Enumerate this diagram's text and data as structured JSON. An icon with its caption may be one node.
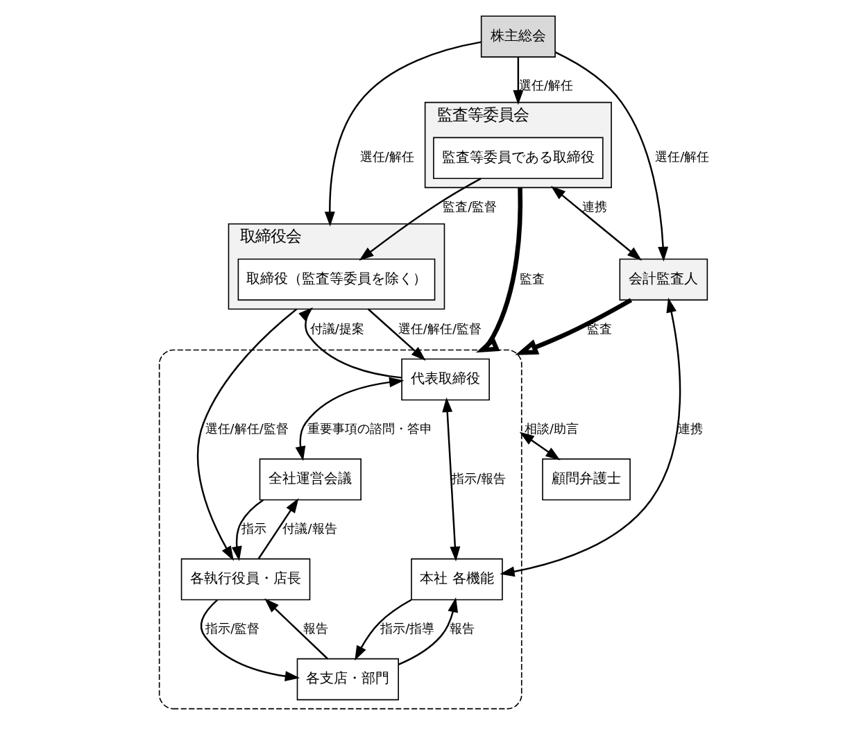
{
  "diagram": {
    "nodes": [
      {
        "text": [
          "株主総会"
        ]
      },
      {
        "text": [
          "取締役会"
        ]
      },
      {
        "text": [
          "取締役（監査等委員を除く）"
        ],
        "in": 1
      },
      {
        "text": [
          "監査等委員会"
        ]
      },
      {
        "text": [
          "監査等委員である取締役"
        ],
        "in": 3
      },
      {
        "text": [
          "会計監査人"
        ]
      },
      {
        "text": [],
        "shape": "box"
      },
      {
        "text": [
          "代表取締役"
        ],
        "in": 6
      },
      {
        "text": [
          "全社運営会議"
        ],
        "in": 6
      },
      {
        "text": [
          "本社 各機能"
        ],
        "in": 6
      },
      {
        "text": [
          "各執行役員・店長"
        ],
        "in": 6
      },
      {
        "text": [
          "各支店・部門"
        ],
        "in": 6
      },
      {
        "text": [
          "顧問弁護士"
        ]
      }
    ],
    "edges": [
      {
        "from": 0,
        "to": 1,
        "arrow": "to",
        "label": "選任/解任"
      },
      {
        "from": 0,
        "to": 3,
        "arrow": "to",
        "label": "選任/解任"
      },
      {
        "from": 0,
        "to": 5,
        "arrow": "to",
        "label": "選任/解任"
      },
      {
        "from": 4,
        "to": 2,
        "arrow": "to",
        "label": "監査/監督"
      },
      {
        "from": 3,
        "to": 5,
        "arrow": "both",
        "label": "連携"
      },
      {
        "from": 1,
        "to": 10,
        "arrow": "to",
        "label": "選任/解任/監督"
      },
      {
        "from": 7,
        "to": 1,
        "arrow": "to",
        "label": "付議/提案"
      },
      {
        "from": 1,
        "to": 7,
        "arrow": "to",
        "label": "選任/解任/監督"
      },
      {
        "from": 3,
        "to": 6,
        "arrow": "to",
        "label": "監査",
        "style": "thick"
      },
      {
        "from": 9,
        "to": 5,
        "arrow": "both",
        "label": "連携"
      },
      {
        "from": 7,
        "to": 9,
        "arrow": "both",
        "label": "指示/報告"
      },
      {
        "from": 5,
        "to": 6,
        "arrow": "to",
        "label": "監査",
        "style": "thick"
      },
      {
        "from": 7,
        "to": 8,
        "arrow": "both",
        "label": "重要事項の諮問・答申"
      },
      {
        "from": 8,
        "to": 10,
        "arrow": "to",
        "label": "指示"
      },
      {
        "from": 10,
        "to": 8,
        "arrow": "to",
        "label": "付議/報告"
      },
      {
        "from": 9,
        "to": 11,
        "arrow": "to",
        "label": "指示/指導"
      },
      {
        "from": 11,
        "to": 9,
        "arrow": "to",
        "label": "報告"
      },
      {
        "from": 10,
        "to": 11,
        "arrow": "to",
        "label": "指示/監督"
      },
      {
        "from": 11,
        "to": 10,
        "arrow": "to",
        "label": "報告"
      },
      {
        "from": 6,
        "to": 12,
        "arrow": "both",
        "label": "相談/助言"
      }
    ]
  }
}
